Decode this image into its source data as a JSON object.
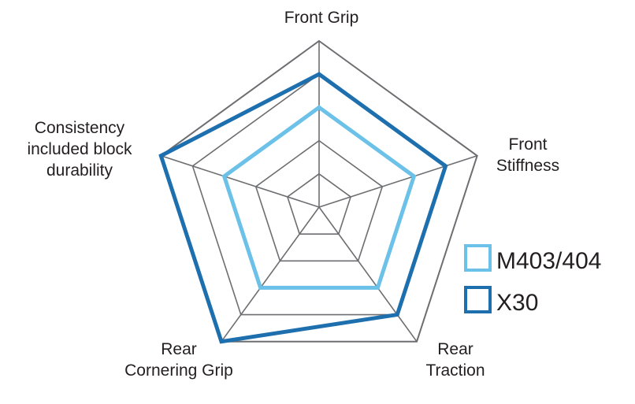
{
  "chart_data": {
    "type": "radar",
    "axes": [
      [
        "Front Grip"
      ],
      [
        "Front",
        "Stiffness"
      ],
      [
        "Rear",
        "Traction"
      ],
      [
        "Rear",
        "Cornering Grip"
      ],
      [
        "Consistency",
        "included block",
        "durability"
      ]
    ],
    "scale": {
      "min": 0,
      "max": 5,
      "rings": 5
    },
    "grid": true,
    "legend_position": "right",
    "series": [
      {
        "name": "M403/404",
        "color": "#6cc1e8",
        "values": [
          3,
          3,
          3,
          3,
          3
        ]
      },
      {
        "name": "X30",
        "color": "#1e6fae",
        "values": [
          4,
          4,
          4,
          5,
          5
        ]
      }
    ]
  }
}
